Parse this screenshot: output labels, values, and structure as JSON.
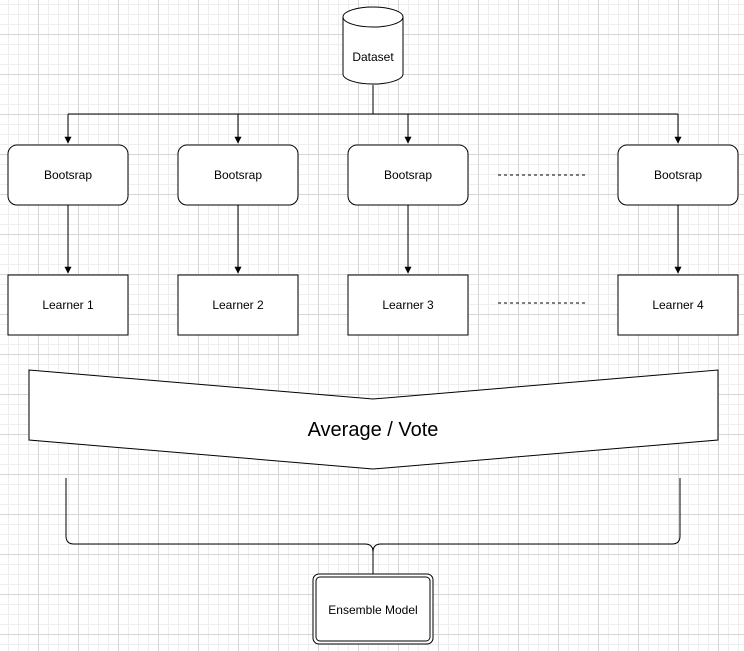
{
  "dataset": {
    "label": "Dataset"
  },
  "bootstraps": [
    {
      "label": "Bootsrap"
    },
    {
      "label": "Bootsrap"
    },
    {
      "label": "Bootsrap"
    },
    {
      "label": "Bootsrap"
    }
  ],
  "learners": [
    {
      "label": "Learner 1"
    },
    {
      "label": "Learner 2"
    },
    {
      "label": "Learner 3"
    },
    {
      "label": "Learner 4"
    }
  ],
  "aggregator": {
    "label": "Average / Vote"
  },
  "ensemble": {
    "label": "Ensemble Model"
  }
}
